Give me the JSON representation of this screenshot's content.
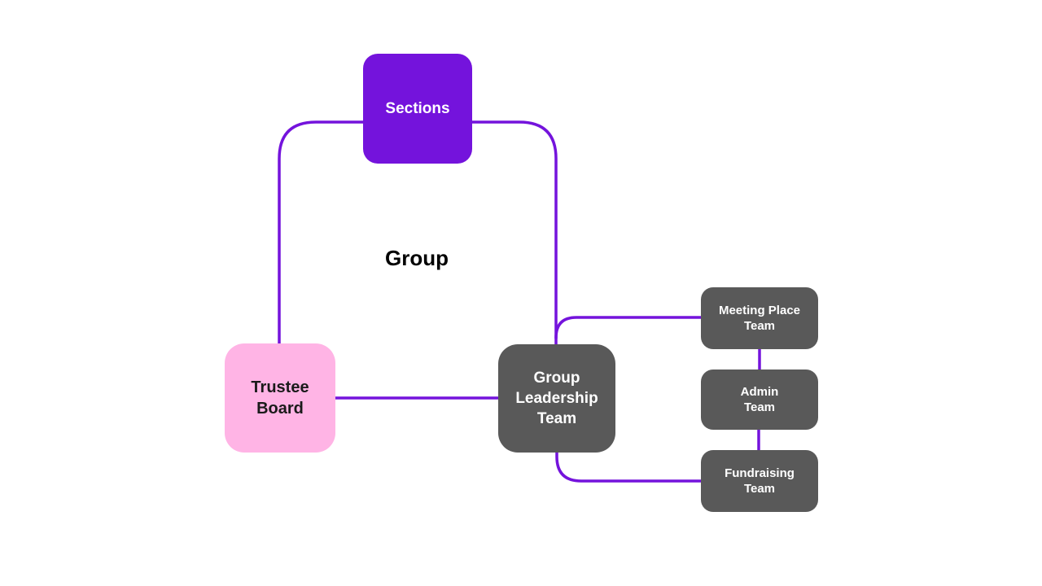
{
  "colors": {
    "purple": "#7413DC",
    "pink": "#FFB4E5",
    "dark_gray": "#595959",
    "connector_line": "#7413DC",
    "dark_label_text": "#1A1A1A",
    "background": "#FFFFFF"
  },
  "diagram": {
    "group_label": "Group",
    "nodes": {
      "sections": {
        "label": "Sections",
        "lines": [
          "Sections"
        ],
        "fill": "#7413DC",
        "text_color": "#FFFFFF"
      },
      "trustee_board": {
        "label": "Trustee Board",
        "lines": [
          "Trustee",
          "Board"
        ],
        "fill": "#FFB4E5",
        "text_color": "#1A1A1A"
      },
      "group_leadership_team": {
        "label": "Group Leadership Team",
        "lines": [
          "Group",
          "Leadership",
          "Team"
        ],
        "fill": "#595959",
        "text_color": "#FFFFFF"
      },
      "meeting_place_team": {
        "label": "Meeting Place Team",
        "lines": [
          "Meeting Place",
          "Team"
        ],
        "fill": "#595959",
        "text_color": "#FFFFFF"
      },
      "admin_team": {
        "label": "Admin Team",
        "lines": [
          "Admin",
          "Team"
        ],
        "fill": "#595959",
        "text_color": "#FFFFFF"
      },
      "fundraising_team": {
        "label": "Fundraising Team",
        "lines": [
          "Fundraising",
          "Team"
        ],
        "fill": "#595959",
        "text_color": "#FFFFFF"
      }
    },
    "connections": [
      "Sections - Trustee Board",
      "Sections - Group Leadership Team",
      "Trustee Board - Group Leadership Team",
      "Group Leadership Team - Meeting Place Team",
      "Group Leadership Team - Fundraising Team",
      "Meeting Place Team - Admin Team",
      "Admin Team - Fundraising Team"
    ]
  }
}
